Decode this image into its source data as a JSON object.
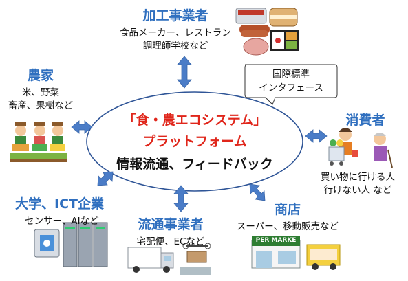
{
  "center": {
    "line1": "「食・農エコシステム」",
    "line2": "プラットフォーム",
    "line3": "情報流通、フィードバック"
  },
  "callout": {
    "line1": "国際標準",
    "line2": "インタフェース"
  },
  "nodes": {
    "processing": {
      "title": "加工事業者",
      "line1": "食品メーカー、レストラン",
      "line2": "調理師学校など"
    },
    "farmers": {
      "title": "農家",
      "line1": "米、野菜",
      "line2": "畜産、果樹など"
    },
    "consumers": {
      "title": "消費者",
      "line1": "買い物に行ける人",
      "line2": "行けない人 など"
    },
    "university": {
      "title": "大学、ICT企業",
      "line1": "センサー、AIなど"
    },
    "distribution": {
      "title": "流通事業者",
      "line1": "宅配便、ECなど"
    },
    "stores": {
      "title": "商店",
      "line1": "スーパー、移動販売など"
    }
  },
  "store_sign": "PER MARKE",
  "colors": {
    "accent_blue": "#2f6fbf",
    "accent_red": "#e0261b",
    "arrow_fill": "#4a7cc7",
    "ellipse_stroke": "#2f5597"
  }
}
